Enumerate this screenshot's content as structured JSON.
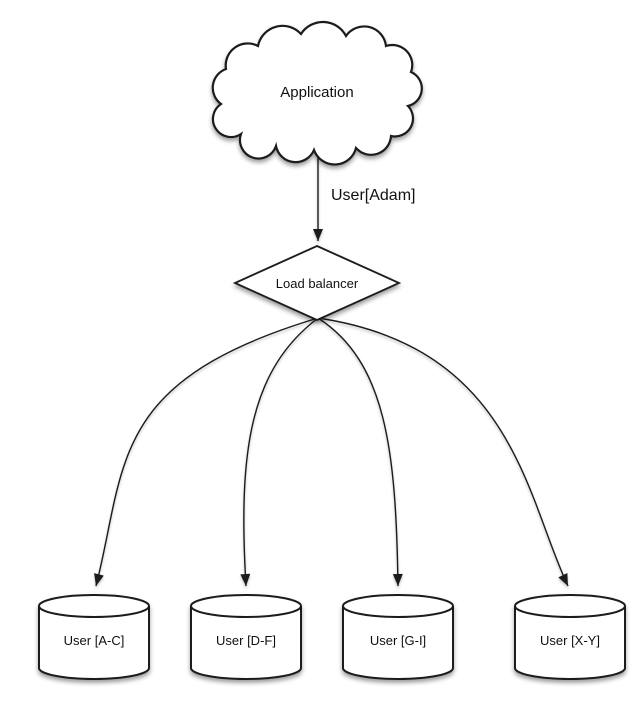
{
  "diagram": {
    "nodes": {
      "application": {
        "label": "Application",
        "shape": "cloud"
      },
      "load_balancer": {
        "label": "Load balancer",
        "shape": "diamond"
      },
      "shards": [
        {
          "label": "User [A-C]",
          "shape": "cylinder"
        },
        {
          "label": "User [D-F]",
          "shape": "cylinder"
        },
        {
          "label": "User [G-I]",
          "shape": "cylinder"
        },
        {
          "label": "User [X-Y]",
          "shape": "cylinder"
        }
      ]
    },
    "edges": {
      "application_to_load_balancer": {
        "label": "User[Adam]"
      },
      "load_balancer_to_shards": {
        "count": 4
      }
    },
    "colors": {
      "stroke": "#1a1a1a",
      "node_fill": "#ffffff",
      "background": "#ffffff",
      "text": "#111111"
    }
  }
}
